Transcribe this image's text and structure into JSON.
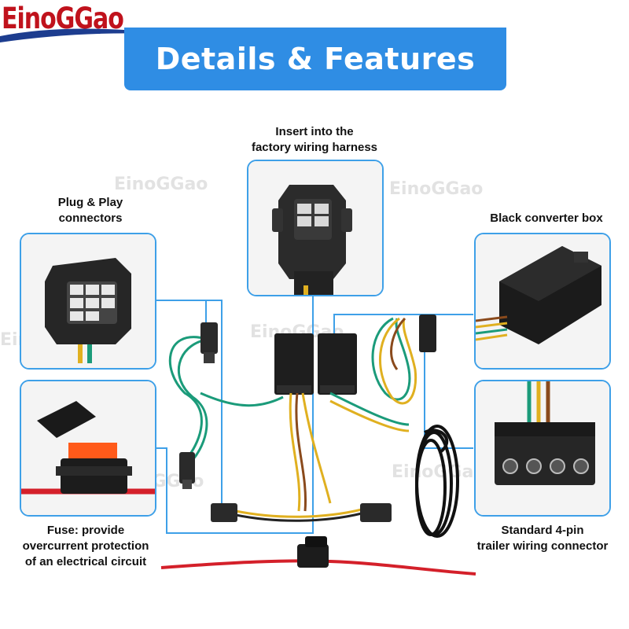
{
  "brand": {
    "logo_text": "EinoGGao",
    "accent_red": "#c0121c",
    "accent_blue": "#2f8de4"
  },
  "banner": {
    "title": "Details & Features"
  },
  "callouts": {
    "insert_harness": "Insert into the\nfactory wiring harness",
    "plug_play": "Plug & Play\nconnectors",
    "converter_box": "Black converter box",
    "fuse": "Fuse: provide\novercurrent protection\nof an electrical circuit",
    "four_pin": "Standard 4-pin\ntrailer wiring connector"
  },
  "icons": [
    "harness-plug-icon",
    "female-connector-icon",
    "converter-box-icon",
    "fuse-holder-icon",
    "four-pin-plug-icon"
  ],
  "colors": {
    "frame": "#3ea0e8",
    "wire_green": "#1b9b7a",
    "wire_yellow": "#e0b020",
    "wire_brown": "#8a4a1c",
    "wire_red": "#d4202a",
    "fuse_orange": "#ff5a1a"
  }
}
